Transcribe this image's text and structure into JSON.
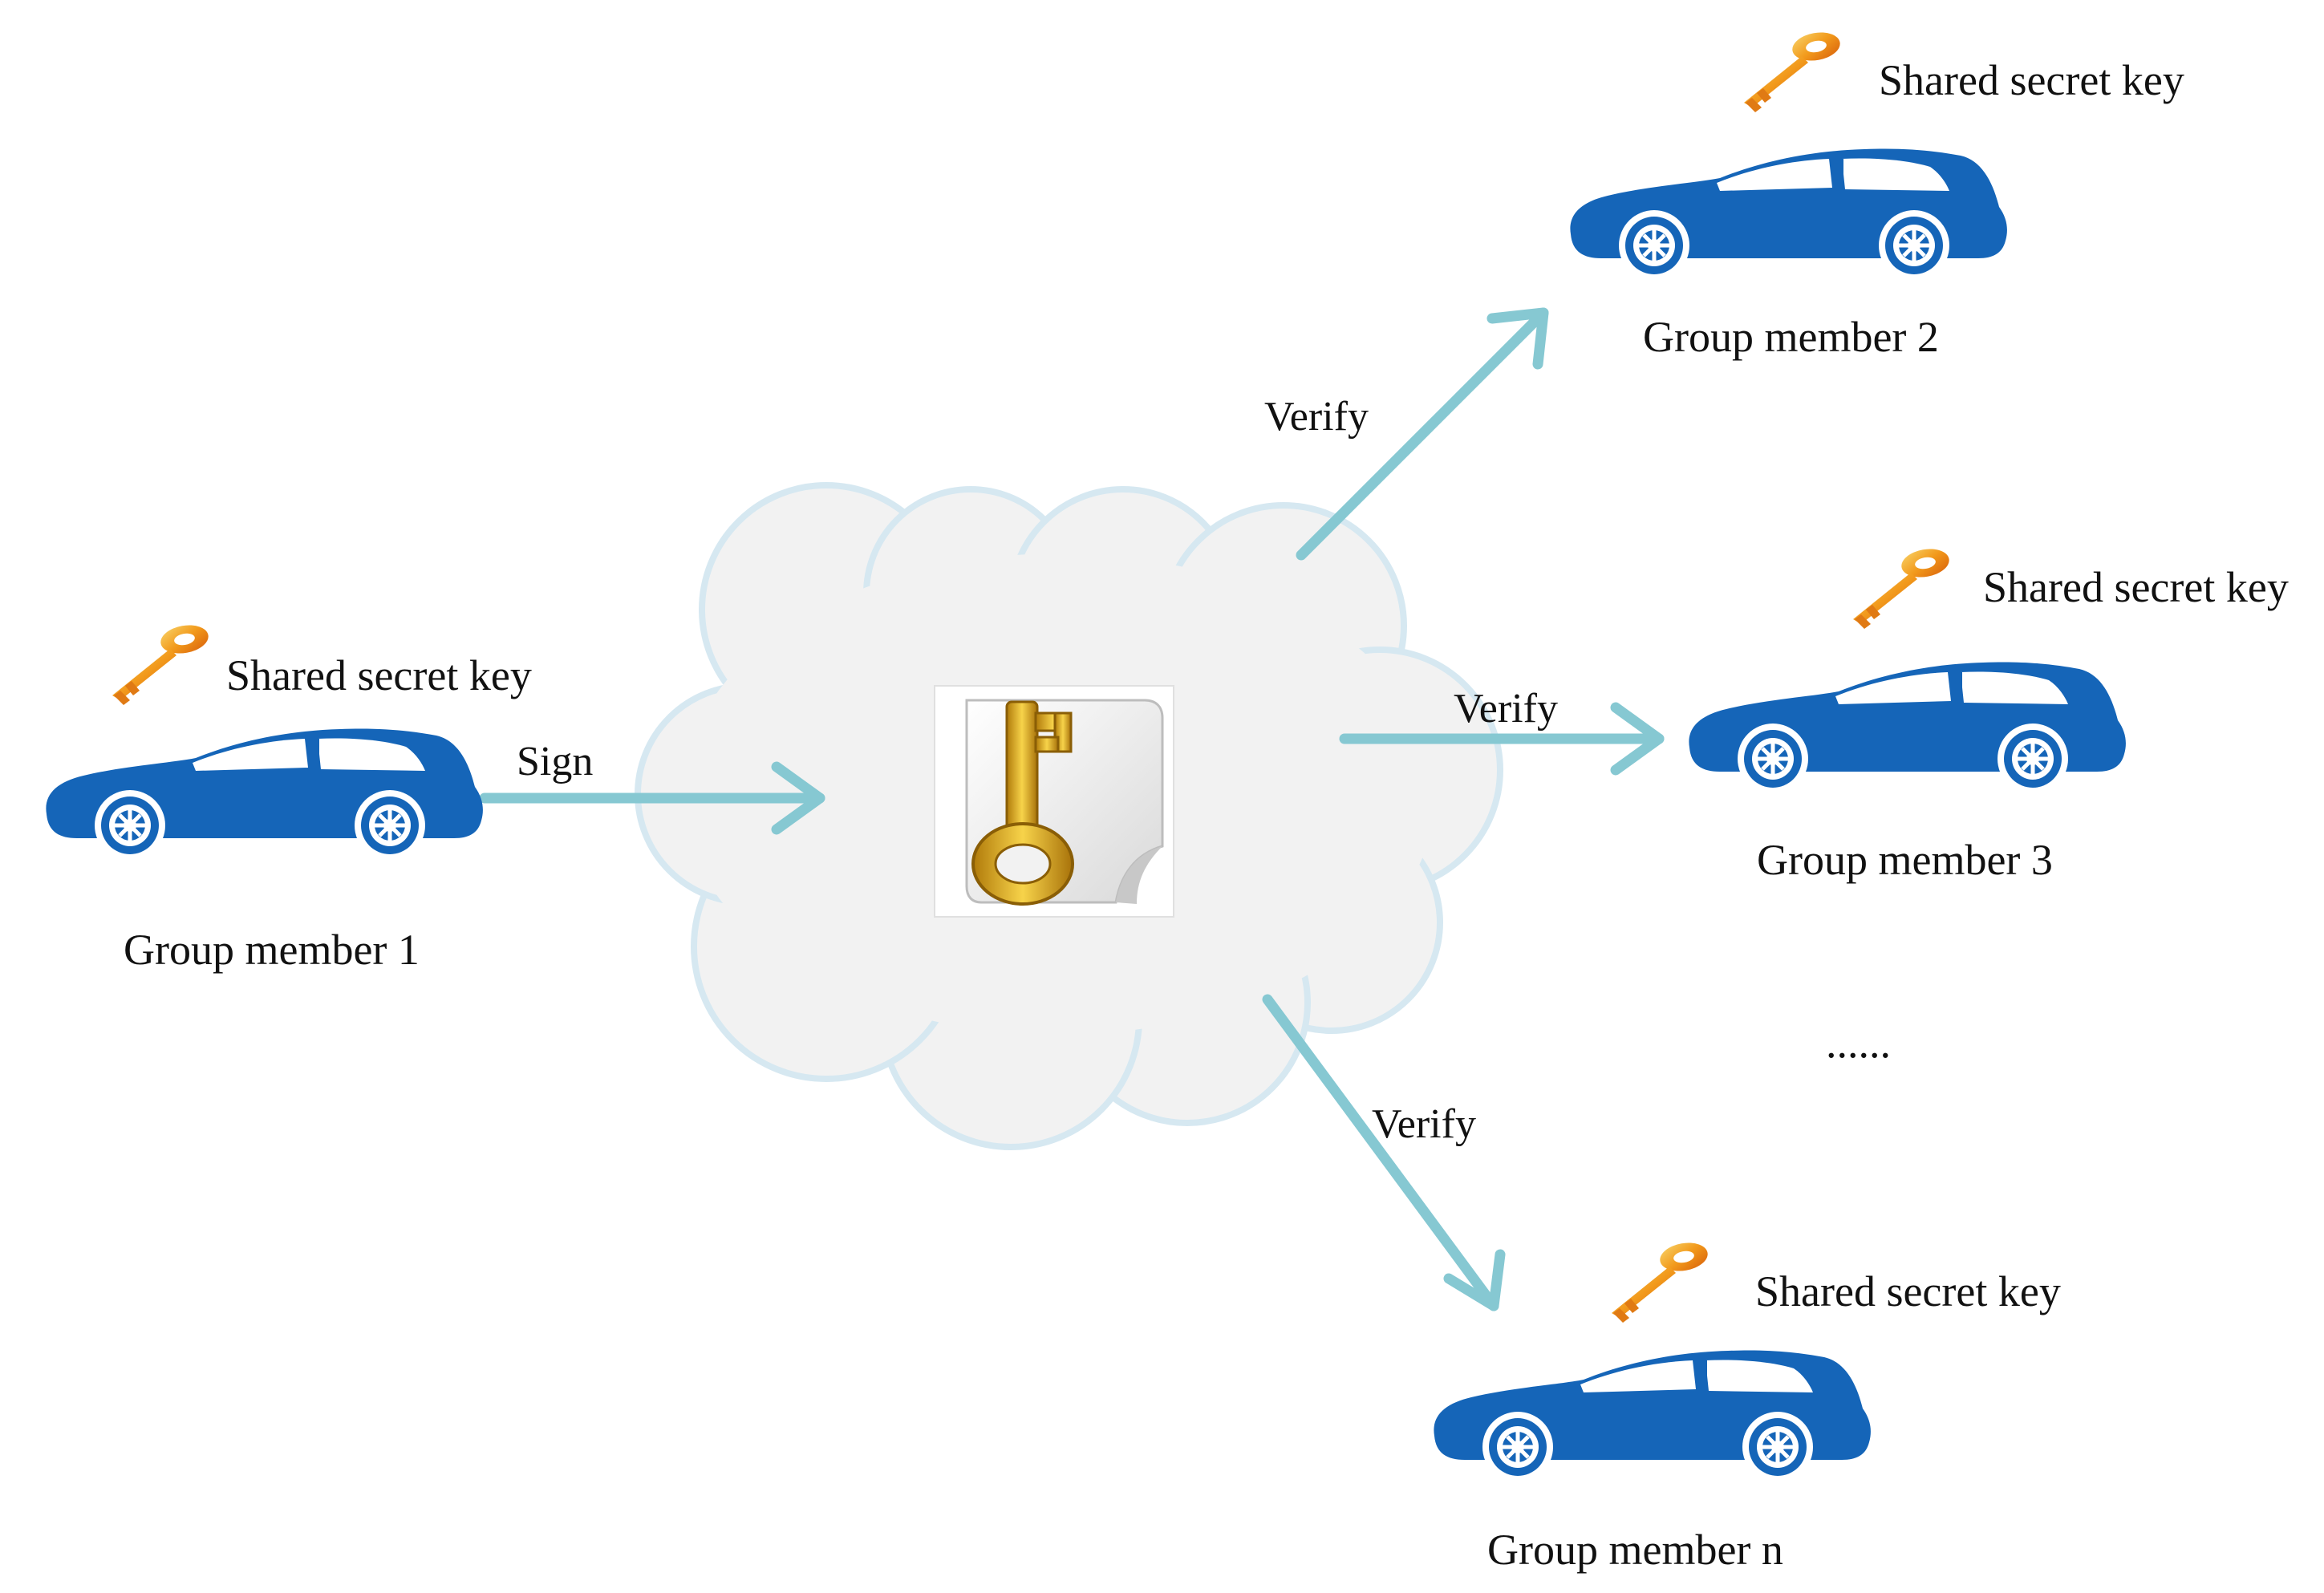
{
  "colors": {
    "car": "#1565b8",
    "arrow": "#86c8d2",
    "cloud_fill": "#f2f2f2",
    "cloud_stroke": "#d6e8f1",
    "key_gold": "#e8b53b",
    "key_orange": "#f07c14"
  },
  "icons": {
    "car": "car-icon",
    "key": "key-icon",
    "document": "key-document-icon",
    "cloud": "cloud-icon"
  },
  "members": [
    {
      "id": 1,
      "label": "Group member 1",
      "key_label": "Shared secret key"
    },
    {
      "id": 2,
      "label": "Group member 2",
      "key_label": "Shared secret key"
    },
    {
      "id": 3,
      "label": "Group member 3",
      "key_label": "Shared secret key"
    },
    {
      "id": "n",
      "label": "Group member n",
      "key_label": "Shared secret key"
    }
  ],
  "arrows": {
    "sign": "Sign",
    "verify_2": "Verify",
    "verify_3": "Verify",
    "verify_n": "Verify"
  },
  "ellipsis": "......"
}
